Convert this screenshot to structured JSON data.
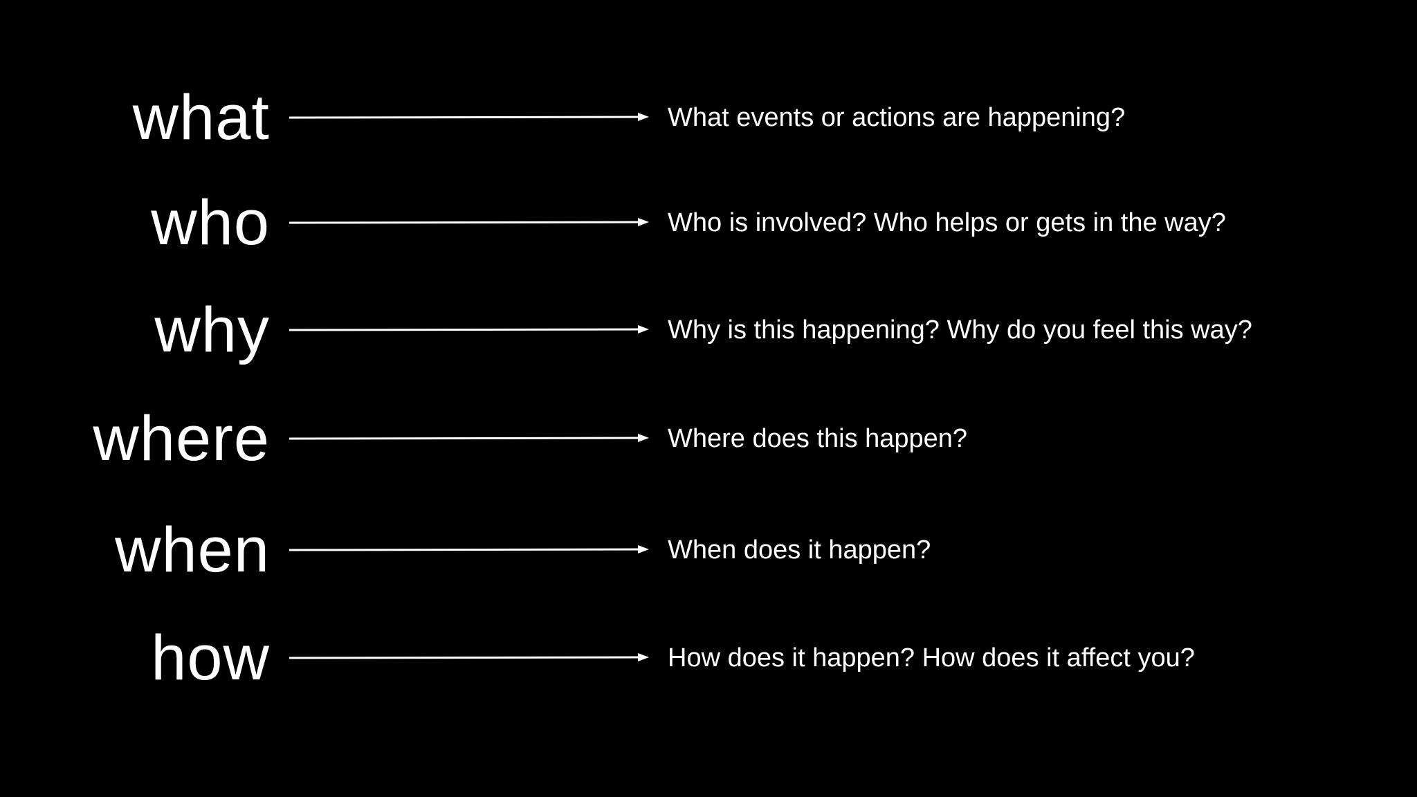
{
  "colors": {
    "background": "#000000",
    "foreground": "#ffffff"
  },
  "rows": [
    {
      "word": "what",
      "question": "What events or actions are happening?"
    },
    {
      "word": "who",
      "question": "Who is involved? Who helps or gets in the way?"
    },
    {
      "word": "why",
      "question": "Why is this happening? Why do you feel this way?"
    },
    {
      "word": "where",
      "question": "Where does this happen?"
    },
    {
      "word": "when",
      "question": "When does it happen?"
    },
    {
      "word": "how",
      "question": "How does it happen? How does it affect you?"
    }
  ]
}
